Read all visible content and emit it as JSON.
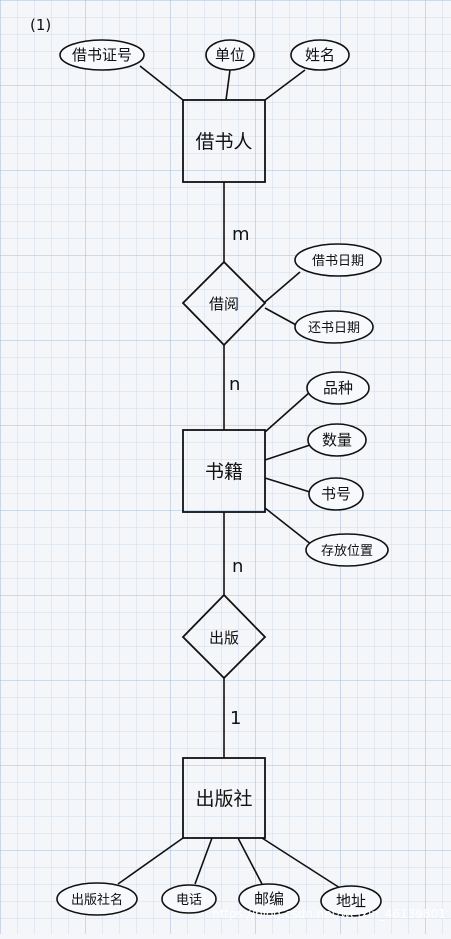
{
  "title": "(1)",
  "colors": {
    "ink": "#111111",
    "grid": "#c9d6e6",
    "grid_major": "#a9bdd6",
    "paper": "#f4f6f9"
  },
  "entities": {
    "borrower": "借书人",
    "books": "书籍",
    "publisher": "出版社"
  },
  "relationships": {
    "borrow": "借阅",
    "publish": "出版"
  },
  "attributes": {
    "card_no": "借书证号",
    "unit": "单位",
    "name": "姓名",
    "borrow_date": "借书日期",
    "return_date": "还书日期",
    "variety": "品种",
    "quantity": "数量",
    "book_no": "书号",
    "location": "存放位置",
    "publisher_name": "出版社名",
    "phone": "电话",
    "postcode": "邮编",
    "address": "地址"
  },
  "cardinality": {
    "borrower_borrow": "m",
    "borrow_books": "n",
    "books_publish": "n",
    "publish_publisher": "1"
  },
  "watermark": "https://blog.csdn.net/weixin_46139801"
}
